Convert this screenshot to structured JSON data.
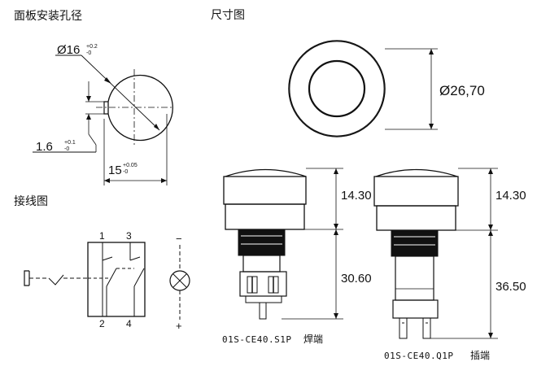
{
  "sections": {
    "panel_cutout": "面板安装孔径",
    "dimensions": "尺寸图",
    "wiring": "接线图"
  },
  "cutout": {
    "dia_main": "16",
    "dia_tol_plus": "+0.2",
    "dia_tol_minus": "-0",
    "key_main": "1.6",
    "key_tol_plus": "+0.1",
    "key_tol_minus": "-0",
    "flat_main": "15",
    "flat_tol_plus": "+0.05",
    "flat_tol_minus": "-0"
  },
  "top_view": {
    "diameter": "26,70"
  },
  "models": [
    {
      "part": "01S-CE40.S1P",
      "term": "焊端",
      "head": "14.30",
      "body": "30.60"
    },
    {
      "part": "01S-CE40.Q1P",
      "term": "插端",
      "head": "14.30",
      "body": "36.50"
    }
  ],
  "wiring": {
    "pin_tl": "1",
    "pin_tr": "3",
    "pin_bl": "2",
    "pin_br": "4",
    "lamp_plus": "+",
    "lamp_minus": "−"
  }
}
